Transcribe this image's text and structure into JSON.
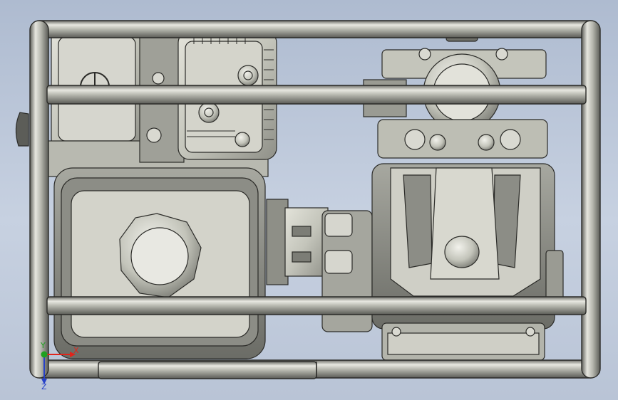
{
  "viewport": {
    "background_top": "#aebbd0",
    "background_bottom": "#c7d1e1"
  },
  "model": {
    "description_icon": "water-pump-assembly",
    "metal_color": "#c9c9bf",
    "shadow_color": "#6f716b",
    "edge_color": "#2b2b28"
  },
  "triad": {
    "x_label": "X",
    "y_label": "Y",
    "z_label": "Z",
    "x_color": "#e0241b",
    "y_color": "#1fa01f",
    "z_color": "#2741c8"
  }
}
